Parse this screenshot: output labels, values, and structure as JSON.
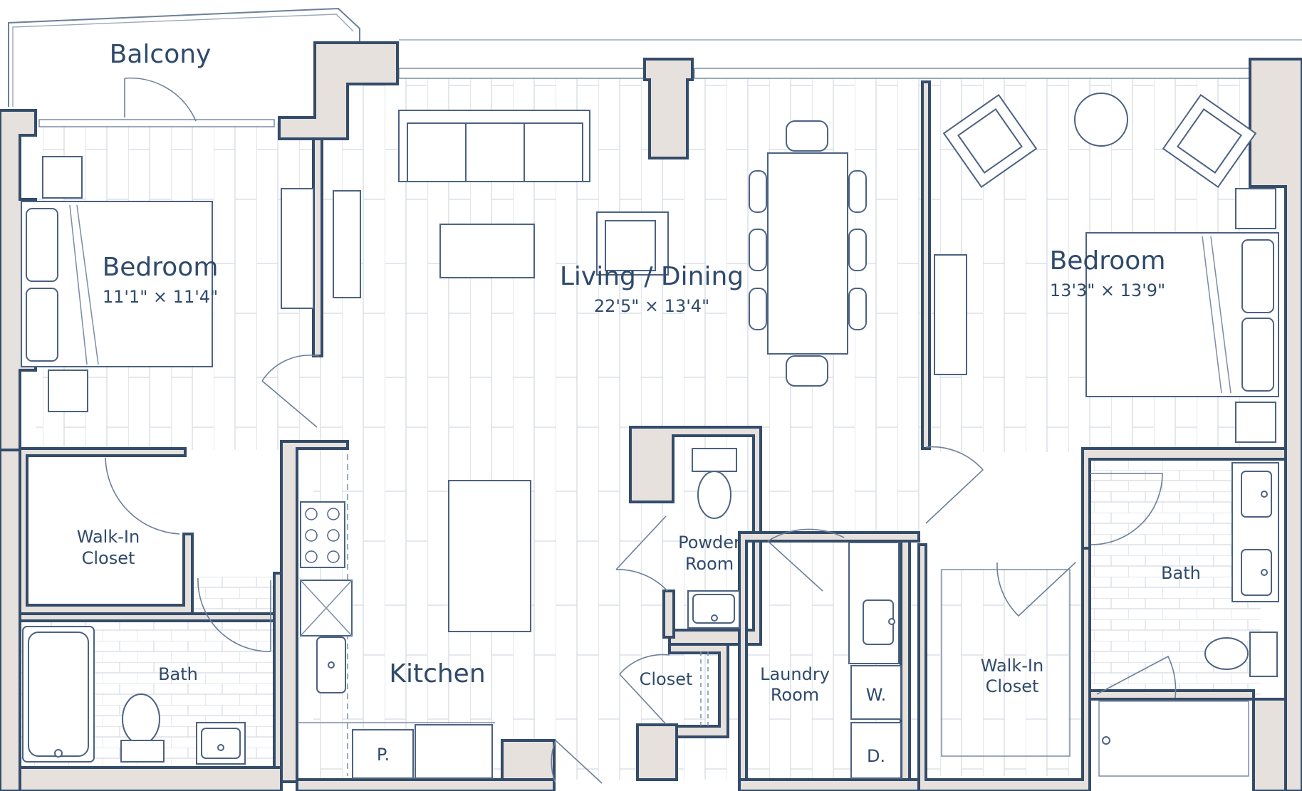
{
  "rooms": {
    "balcony": {
      "name": "Balcony"
    },
    "bedroom_left": {
      "name": "Bedroom",
      "size": "11'1\" × 11'4\""
    },
    "living_dining": {
      "name": "Living / Dining",
      "size": "22'5\" × 13'4\""
    },
    "bedroom_right": {
      "name": "Bedroom",
      "size": "13'3\" × 13'9\""
    },
    "walkin_left": {
      "line1": "Walk-In",
      "line2": "Closet"
    },
    "bath_left": {
      "name": "Bath"
    },
    "kitchen": {
      "name": "Kitchen"
    },
    "powder_room": {
      "line1": "Powder",
      "line2": "Room"
    },
    "closet": {
      "name": "Closet"
    },
    "laundry": {
      "line1": "Laundry",
      "line2": "Room"
    },
    "walkin_right": {
      "line1": "Walk-In",
      "line2": "Closet"
    },
    "bath_right": {
      "name": "Bath"
    }
  },
  "appliances": {
    "pantry": "P.",
    "washer": "W.",
    "dryer": "D."
  },
  "colors": {
    "wall_fill": "#e6e1dd",
    "wall_stroke": "#344c6a",
    "label": "#2f4a6b"
  }
}
